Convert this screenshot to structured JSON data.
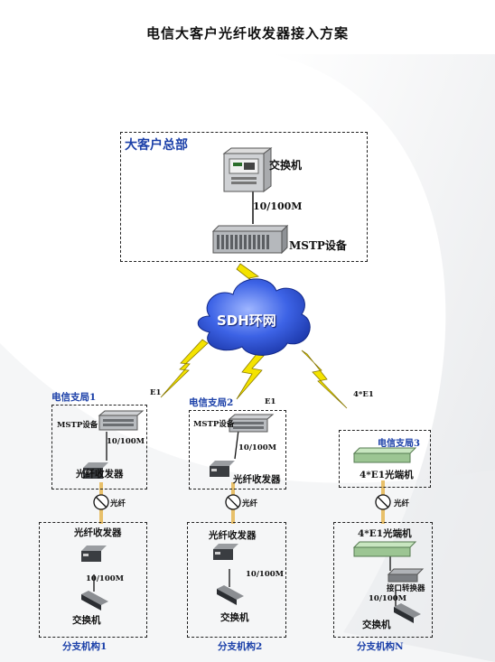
{
  "title": "电信大客户光纤收发器接入方案",
  "hq": {
    "label": "大客户总部",
    "switch": "交换机",
    "link_speed": "10/100M",
    "mstp": "MSTP设备"
  },
  "cloud": "SDH环网",
  "links": {
    "e1_left": "E1",
    "e1_mid": "E1",
    "e1_right": "4*E1"
  },
  "branches": [
    {
      "office": "电信支局1",
      "device": "MSTP设备",
      "speed": "10/100M",
      "transceiver": "光纤收发器",
      "fiber": "光纤",
      "remote_transceiver": "光纤收发器",
      "remote_speed": "10/100M",
      "remote_switch": "交换机",
      "site": "分支机构1"
    },
    {
      "office": "电信支局2",
      "device": "MSTP设备",
      "speed": "10/100M",
      "transceiver": "光纤收发器",
      "fiber": "光纤",
      "remote_transceiver": "光纤收发器",
      "remote_speed": "10/100M",
      "remote_switch": "交换机",
      "site": "分支机构2"
    },
    {
      "office": "电信支局3",
      "device": "4*E1光端机",
      "fiber": "光纤",
      "remote_device": "4*E1光端机",
      "converter": "接口转换器",
      "remote_speed": "10/100M",
      "remote_switch": "交换机",
      "site": "分支机构N"
    }
  ],
  "colors": {
    "office_label": "#1a3fa8",
    "lightning": "#f4e300",
    "cloud": "#2f56d8"
  }
}
